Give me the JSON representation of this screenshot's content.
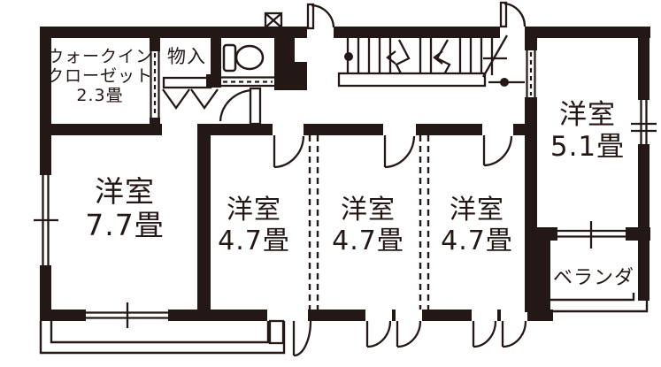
{
  "plan_type": "floorplan",
  "colors": {
    "line": "#231815",
    "background": "#ffffff"
  },
  "rooms": [
    {
      "id": "walk-in-closet",
      "line1": "ウォークイン",
      "line2": "クローゼット",
      "size": "2.3畳"
    },
    {
      "id": "storage",
      "label": "物入"
    },
    {
      "id": "western-room-77",
      "label": "洋室",
      "size": "7.7畳"
    },
    {
      "id": "western-room-47a",
      "label": "洋室",
      "size": "4.7畳"
    },
    {
      "id": "western-room-47b",
      "label": "洋室",
      "size": "4.7畳"
    },
    {
      "id": "western-room-47c",
      "label": "洋室",
      "size": "4.7畳"
    },
    {
      "id": "western-room-51",
      "label": "洋室",
      "size": "5.1畳"
    },
    {
      "id": "veranda",
      "label": "ベランダ"
    }
  ],
  "fixtures": [
    {
      "id": "toilet"
    },
    {
      "id": "staircase"
    },
    {
      "id": "balcony-left"
    },
    {
      "id": "veranda-railing"
    }
  ]
}
